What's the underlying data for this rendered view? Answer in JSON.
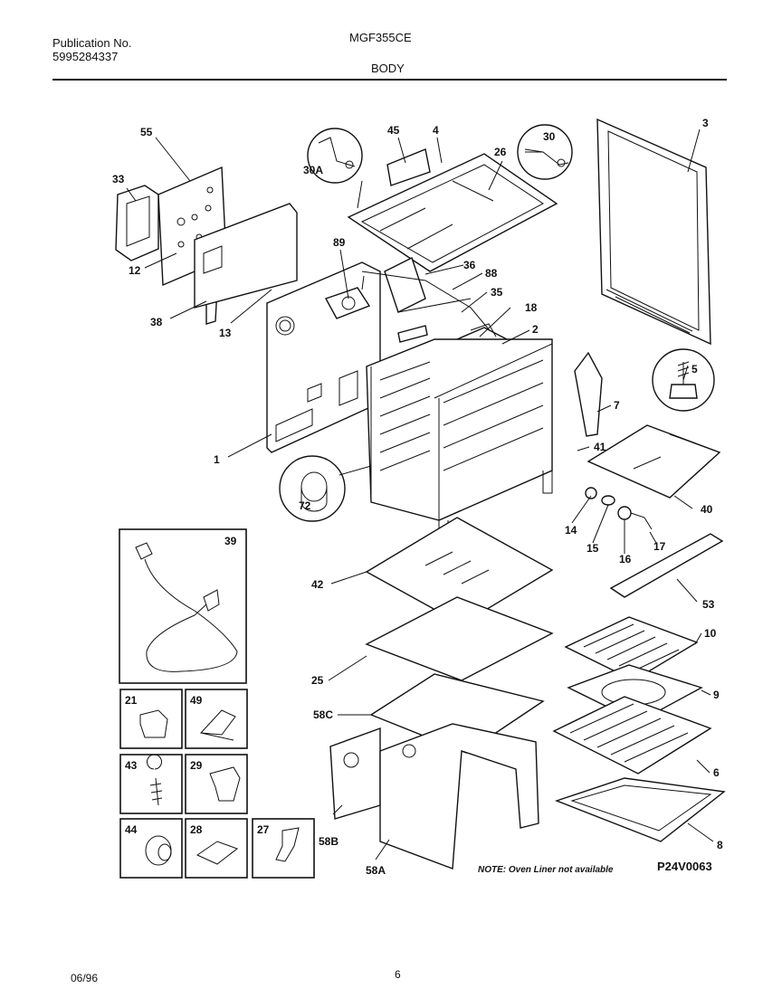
{
  "header": {
    "publication_label": "Publication No.",
    "publication_number": "5995284337",
    "model": "MGF355CE",
    "section": "BODY"
  },
  "diagram": {
    "labels": [
      "55",
      "33",
      "12",
      "38",
      "13",
      "89",
      "1",
      "72",
      "45",
      "4",
      "30A",
      "26",
      "30",
      "36",
      "88",
      "35",
      "18",
      "2",
      "3",
      "5",
      "7",
      "41",
      "40",
      "14",
      "15",
      "16",
      "17",
      "53",
      "39",
      "42",
      "25",
      "58C",
      "58B",
      "58A",
      "10",
      "9",
      "6",
      "8",
      "21",
      "49",
      "43",
      "29",
      "44",
      "28",
      "27"
    ],
    "note": "NOTE: Oven Liner not available",
    "figure_code": "P24V0063"
  },
  "footer": {
    "date": "06/96",
    "page": "6"
  }
}
